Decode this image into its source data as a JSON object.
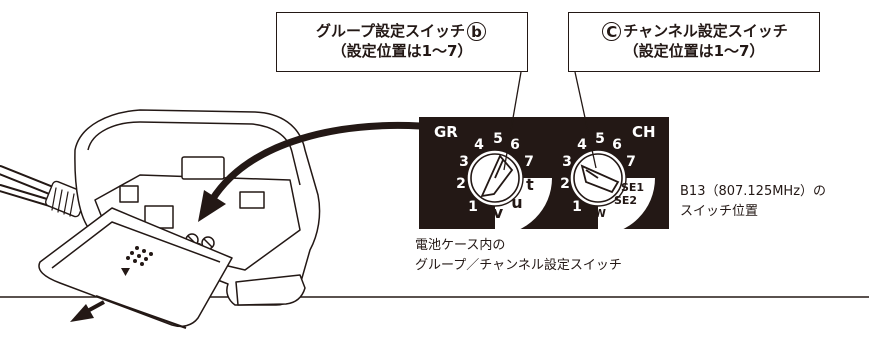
{
  "callouts": {
    "group": {
      "label": "グループ設定スイッチ",
      "marker": "b",
      "range": "（設定位置は1〜7）"
    },
    "channel": {
      "marker": "C",
      "label": "チャンネル設定スイッチ",
      "range": "（設定位置は1〜7）"
    }
  },
  "panel": {
    "group_title": "GR",
    "channel_title": "CH",
    "group_dial_numbers": [
      "1",
      "2",
      "3",
      "4",
      "5",
      "6",
      "7"
    ],
    "group_dial_letters": [
      "t",
      "u",
      "v"
    ],
    "channel_dial_numbers": [
      "1",
      "2",
      "3",
      "4",
      "5",
      "6",
      "7"
    ],
    "channel_dial_labels": [
      "SE1",
      "SE2",
      "SW"
    ]
  },
  "captions": {
    "switch_position": [
      "B13（807.125MHz）の",
      "スイッチ位置"
    ],
    "inside_battery_case": [
      "電池ケース内の",
      "グループ／チャンネル設定スイッチ"
    ]
  },
  "colors": {
    "ink": "#231815",
    "panel": "#231815",
    "dial": "#ffffff"
  },
  "icons": [
    "direction-arrow-icon",
    "removal-arrow-icon"
  ]
}
